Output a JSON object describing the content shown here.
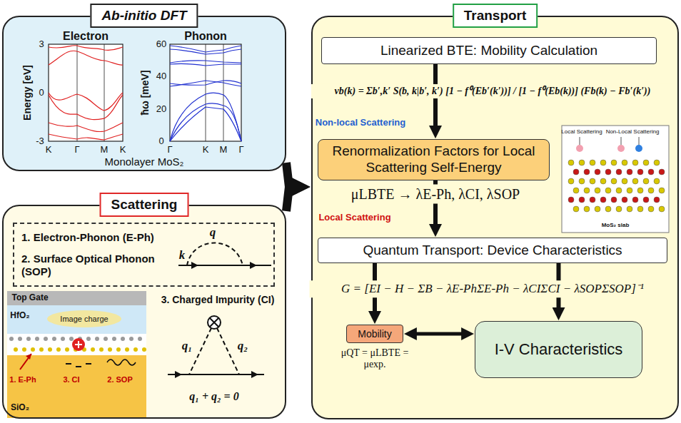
{
  "diagram": {
    "nodes": [
      {
        "text": [
          "Ab-initio DFT"
        ]
      },
      {
        "text": [
          "Scattering"
        ]
      },
      {
        "text": [
          "1. Electron-Phonon (E-Ph)",
          "2. Surface Optical Phonon (SOP)"
        ],
        "in": 1
      },
      {
        "text": [
          "Transport"
        ]
      },
      {
        "text": [
          "Linearized BTE: Mobility Calculation"
        ],
        "in": 3
      },
      {
        "text": [
          "Renormalization Factors for Local Scattering Self-Energy"
        ],
        "in": 3
      },
      {
        "text": [
          "Quantum Transport: Device Characteristics"
        ],
        "in": 3
      },
      {
        "text": [
          "Mobility"
        ],
        "in": 3
      },
      {
        "text": [
          "I-V Characteristics"
        ],
        "in": 3
      }
    ],
    "edges": [
      {
        "from": 0,
        "to": 3,
        "arrow": "to"
      },
      {
        "from": 1,
        "to": 3,
        "arrow": "to"
      },
      {
        "from": 4,
        "to": 5,
        "arrow": "to"
      },
      {
        "from": 5,
        "to": 6,
        "arrow": "to"
      },
      {
        "from": 6,
        "to": 7,
        "arrow": "to"
      },
      {
        "from": 6,
        "to": 8,
        "arrow": "to"
      },
      {
        "from": 7,
        "to": 8,
        "arrow": "both"
      }
    ],
    "labels": [
      "Electron",
      "Phonon",
      "Energy [eV]",
      "3",
      "0",
      "-3",
      "K",
      "Γ",
      "M",
      "K",
      "ħω [meV]",
      "60",
      "40",
      "20",
      "0",
      "Γ",
      "K",
      "M",
      "Γ",
      "Monolayer MoS₂",
      "q",
      "k",
      "Top Gate",
      "HfO₂",
      "Image charge",
      "1. E-Ph",
      "3. CI",
      "2. SOP",
      "SiO₂",
      "3. Charged Impurity (CI)",
      "q₁",
      "q₂",
      "q₁ + q₂ = 0",
      "vb(k) = Σb′,k′ S(b, k|b′, k′) [1 − f⁰(Eb′(k′))] / [1 − f⁰(Eb(k))] (Fb(k) − Fb′(k′))",
      "Non-local Scattering",
      "Local Scattering",
      "Non-Local Scattering",
      "MoS₂ slab",
      "μLBTE → λE-Ph, λCI, λSOP",
      "Local Scattering",
      "G = [EI − H − ΣB − λE-PhΣE-Ph − λCIΣCI − λSOPΣSOP]⁻¹",
      "μQT = μLBTE = μexp."
    ]
  }
}
